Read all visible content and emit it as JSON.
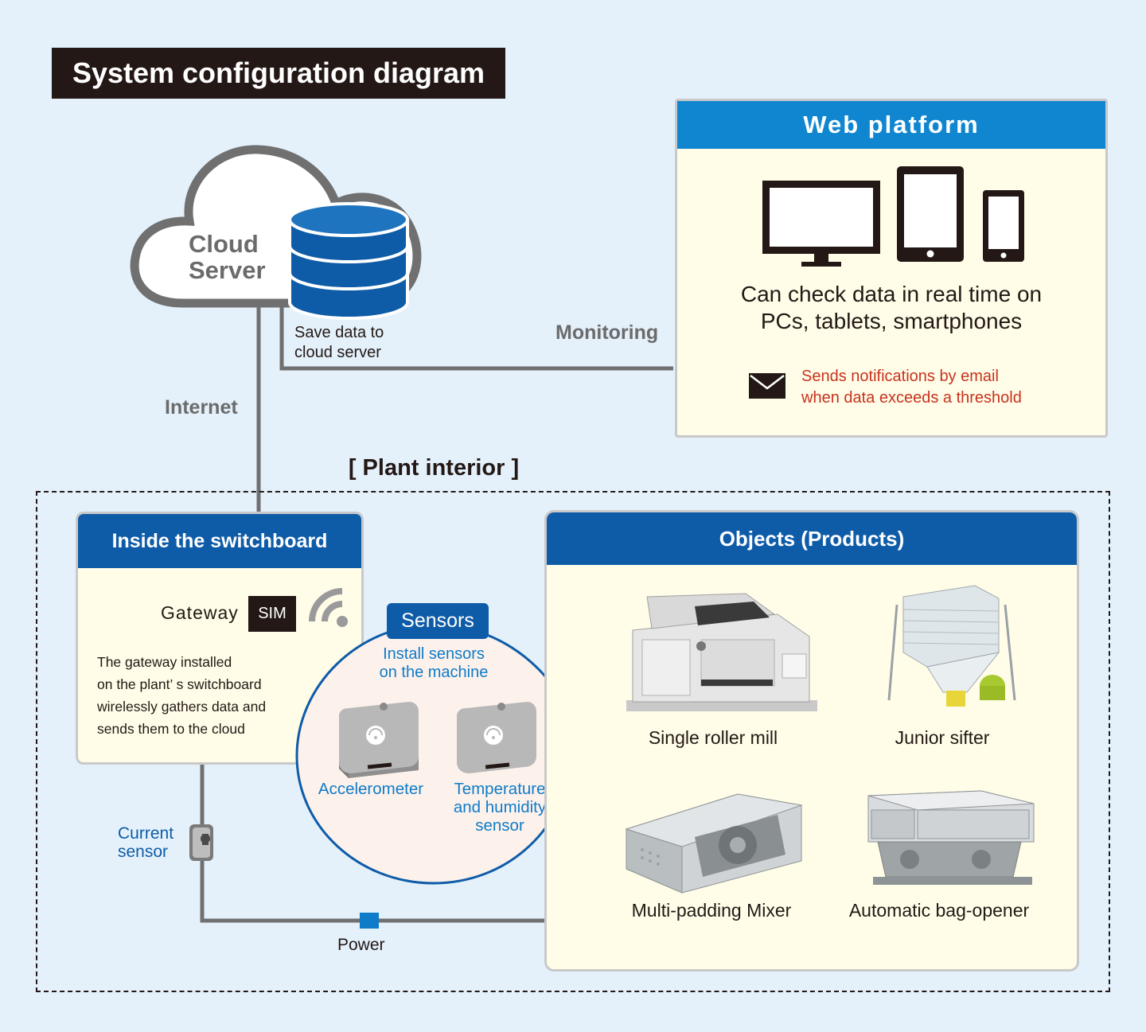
{
  "title": "System configuration diagram",
  "cloud": {
    "label_line1": "Cloud",
    "label_line2": "Server",
    "save_line1": "Save data to",
    "save_line2": "cloud server"
  },
  "links": {
    "monitoring": "Monitoring",
    "internet": "Internet",
    "power": "Power",
    "current_sensor_line1": "Current",
    "current_sensor_line2": "sensor"
  },
  "web_platform": {
    "header": "Web platform",
    "text_line1": "Can check data in real time on",
    "text_line2": "PCs, tablets, smartphones",
    "notify_line1": "Sends notifications by email",
    "notify_line2": "when data exceeds a threshold",
    "devices": [
      "monitor-icon",
      "tablet-icon",
      "smartphone-icon"
    ]
  },
  "plant": {
    "label": "[ Plant interior ]"
  },
  "switchboard": {
    "header": "Inside the switchboard",
    "gateway": "Gateway",
    "sim": "SIM",
    "desc_line1": "The gateway installed",
    "desc_line2": "on the plant’ s switchboard",
    "desc_line3": "wirelessly gathers data and",
    "desc_line4": "sends them to the cloud"
  },
  "sensors": {
    "tag": "Sensors",
    "install_line1": "Install sensors",
    "install_line2": "on the machine",
    "accelerometer": "Accelerometer",
    "temp_line1": "Temperature",
    "temp_line2": "and humidity",
    "temp_line3": "sensor"
  },
  "objects": {
    "header": "Objects (Products)",
    "products": [
      "Single roller mill",
      "Junior sifter",
      "Multi-padding Mixer",
      "Automatic bag-opener"
    ]
  },
  "colors": {
    "background": "#e4f1fb",
    "web_header": "#0f86cf",
    "panel_header": "#0e5ca8",
    "panel_fill": "#fffde8",
    "notify_red": "#c8321e",
    "line_gray": "#707070"
  }
}
